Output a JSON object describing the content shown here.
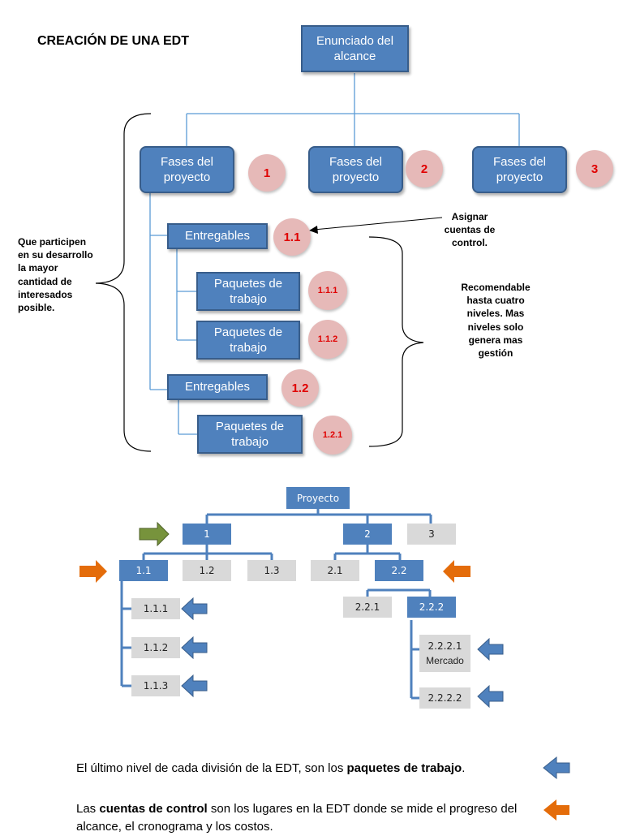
{
  "title": "CREACIÓN DE UNA EDT",
  "top": {
    "root": "Enunciado del alcance",
    "phases": [
      {
        "label": "Fases del proyecto",
        "num": "1"
      },
      {
        "label": "Fases del proyecto",
        "num": "2"
      },
      {
        "label": "Fases del proyecto",
        "num": "3"
      }
    ],
    "deliverables": [
      {
        "label": "Entregables",
        "num": "1.1"
      },
      {
        "label": "Entregables",
        "num": "1.2"
      }
    ],
    "packages": [
      {
        "label": "Paquetes de trabajo",
        "num": "1.1.1"
      },
      {
        "label": "Paquetes de trabajo",
        "num": "1.1.2"
      },
      {
        "label": "Paquetes de trabajo",
        "num": "1.2.1"
      }
    ],
    "note_left": "Que participen en su desarrollo la mayor cantidad de interesados posible.",
    "note_assign": "Asignar cuentas de control.",
    "note_right": "Recomendable hasta cuatro niveles. Mas niveles solo genera mas gestión"
  },
  "tree": {
    "root": "Proyecto",
    "n1": "1",
    "n2": "2",
    "n3": "3",
    "n11": "1.1",
    "n12": "1.2",
    "n13": "1.3",
    "n21": "2.1",
    "n22": "2.2",
    "n111": "1.1.1",
    "n112": "1.1.2",
    "n113": "1.1.3",
    "n221": "2.2.1",
    "n222": "2.2.2",
    "n2221": "2.2.2.1",
    "n2221_sub": "Mercado",
    "n2222": "2.2.2.2"
  },
  "legend": {
    "line1_a": "El último nivel de cada división de la EDT, son los ",
    "line1_b": "paquetes de trabajo",
    "line1_c": ".",
    "line2_a": "Las ",
    "line2_b": "cuentas de control",
    "line2_c": " son los lugares en la EDT donde se mide el progreso del alcance, el cronograma y los costos."
  },
  "colors": {
    "blue_box": "#4f81bd",
    "grey_box": "#d9d9d9",
    "circle": "#e6b9b8",
    "red_text": "#e00000",
    "green_arrow": "#77933c",
    "orange_arrow": "#e46c0a"
  }
}
